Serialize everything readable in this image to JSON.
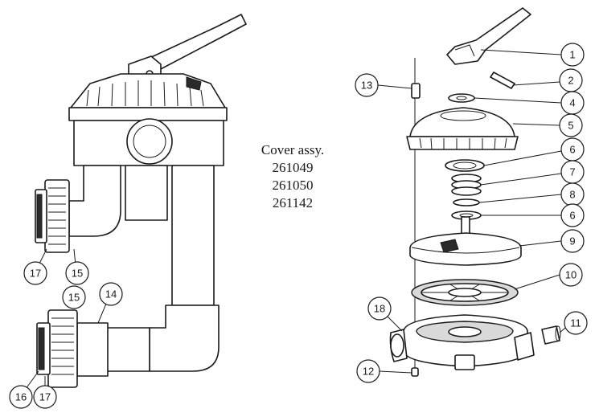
{
  "cover_label": {
    "title": "Cover assy.",
    "part_numbers": [
      "261049",
      "261050",
      "261142"
    ]
  },
  "callouts": {
    "c1": "1",
    "c2": "2",
    "c4": "4",
    "c5": "5",
    "c6a": "6",
    "c7": "7",
    "c8": "8",
    "c6b": "6",
    "c9": "9",
    "c10": "10",
    "c11": "11",
    "c12": "12",
    "c13": "13",
    "c14": "14",
    "c15a": "15",
    "c15b": "15",
    "c16": "16",
    "c17a": "17",
    "c17b": "17",
    "c18": "18"
  },
  "colors": {
    "line": "#1a1a1a",
    "background": "#ffffff",
    "fill_grey": "#d9d9d9"
  }
}
